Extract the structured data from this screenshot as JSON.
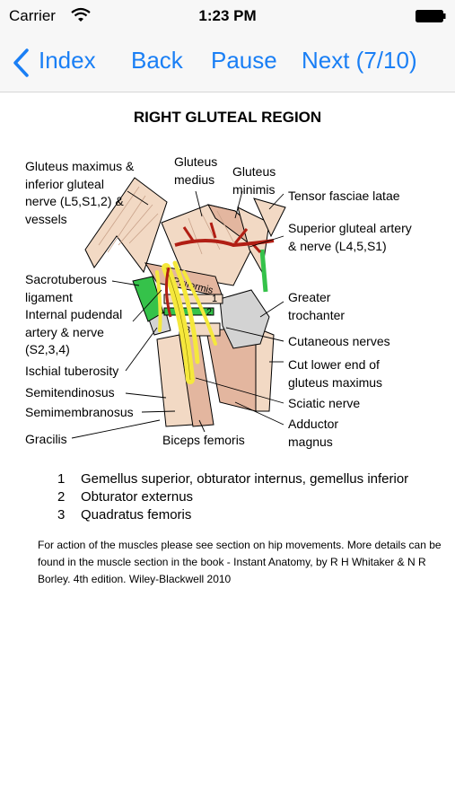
{
  "status_bar": {
    "carrier": "Carrier",
    "time": "1:23 PM"
  },
  "nav": {
    "index_label": "Index",
    "back_label": "Back",
    "pause_label": "Pause",
    "next_label": "Next (7/10)"
  },
  "page": {
    "title": "RIGHT GLUTEAL REGION",
    "labels": {
      "gluteus_maximus": [
        "Gluteus maximus &",
        "inferior gluteal",
        "nerve (L5,S1,2) &",
        "vessels"
      ],
      "gluteus_medius": [
        "Gluteus",
        "medius"
      ],
      "gluteus_minimis": [
        "Gluteus",
        "minimis"
      ],
      "tensor_fasciae_latae": "Tensor fasciae latae",
      "superior_gluteal": [
        "Superior gluteal artery",
        "& nerve (L4,5,S1)"
      ],
      "sacrotuberous": [
        "Sacrotuberous",
        "ligament"
      ],
      "internal_pudendal": [
        "Internal pudendal",
        "artery & nerve",
        "(S2,3,4)"
      ],
      "greater_trochanter": [
        "Greater",
        "trochanter"
      ],
      "cutaneous_nerves": "Cutaneous nerves",
      "ischial_tuberosity": "Ischial tuberosity",
      "cut_lower_end": [
        "Cut lower end of",
        "gluteus maximus"
      ],
      "semitendinosus": "Semitendinosus",
      "sciatic_nerve": "Sciatic nerve",
      "semimembranosus": "Semimembranosus",
      "adductor_magnus": [
        "Adductor",
        "magnus"
      ],
      "gracilis": "Gracilis",
      "biceps_femoris": "Biceps femoris",
      "piriformis": "Piriformis",
      "num1": "1",
      "num2": "2",
      "num3": "3"
    },
    "legend": [
      {
        "num": "1",
        "text": "Gemellus superior, obturator internus, gemellus inferior"
      },
      {
        "num": "2",
        "text": "Obturator externus"
      },
      {
        "num": "3",
        "text": "Quadratus femoris"
      }
    ],
    "footnote": [
      "For action of the muscles please see section on hip movements. More details can be",
      "found in the muscle section in the book - Instant Anatomy, by R H Whitaker & N R",
      "Borley. 4th edition. Wiley-Blackwell 2010"
    ]
  },
  "colors": {
    "accent": "#1a7ff5",
    "muscle_light": "#f2d9c4",
    "muscle_dark": "#e3b69f",
    "nerve": "#f5e83c",
    "artery": "#b11e14",
    "ligament": "#35c24a",
    "bone": "#d3d3d3"
  }
}
